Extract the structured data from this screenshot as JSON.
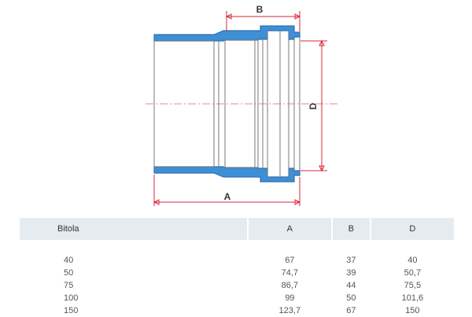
{
  "diagram": {
    "dimensions": {
      "a": "A",
      "b": "B",
      "d": "D"
    },
    "colors": {
      "wall": "#3d8fd6",
      "outline": "#7a7a7a",
      "dimension": "#d8273a"
    }
  },
  "table": {
    "headers": [
      "Bitola",
      "A",
      "B",
      "D"
    ],
    "rows": [
      [
        "40",
        "67",
        "37",
        "40"
      ],
      [
        "50",
        "74,7",
        "39",
        "50,7"
      ],
      [
        "75",
        "86,7",
        "44",
        "75,5"
      ],
      [
        "100",
        "99",
        "50",
        "101,6"
      ],
      [
        "150",
        "123,7",
        "67",
        "150"
      ]
    ]
  }
}
